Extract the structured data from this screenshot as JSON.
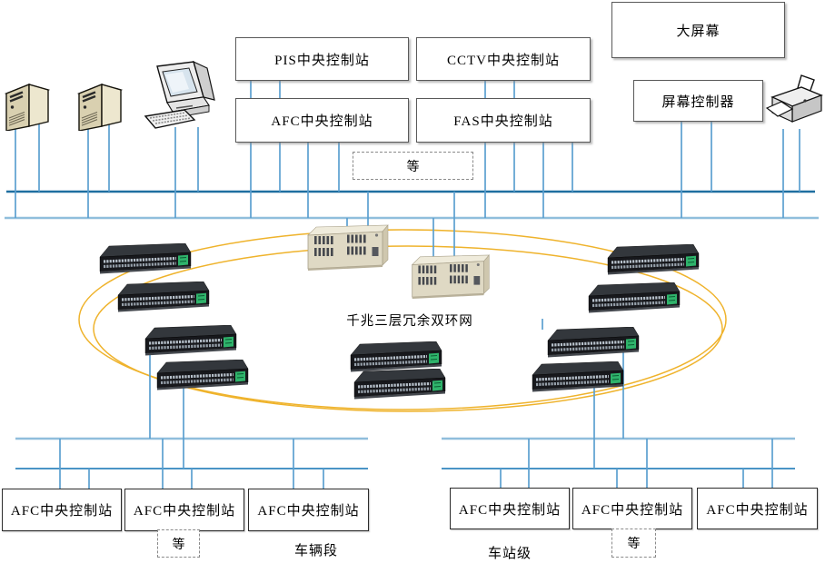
{
  "top_row": {
    "pis": "PIS中央控制站",
    "afc": "AFC中央控制站",
    "cctv": "CCTV中央控制站",
    "fas": "FAS中央控制站",
    "etc": "等",
    "big_screen": "大屏幕",
    "screen_controller": "屏幕控制器"
  },
  "ring": {
    "label": "千兆三层冗余双环网"
  },
  "bottom_left": {
    "boxes": [
      "AFC中央控制站",
      "AFC中央控制站",
      "AFC中央控制站"
    ],
    "etc": "等",
    "area_label": "车辆段"
  },
  "bottom_right": {
    "boxes": [
      "AFC中央控制站",
      "AFC中央控制站",
      "AFC中央控制站"
    ],
    "etc": "等",
    "area_label": "车站级"
  },
  "icons": {
    "tower_server": "tower-server-icon",
    "workstation": "desktop-computer-icon",
    "printer": "printer-icon",
    "core_switch": "core-switch-icon",
    "ring_switch": "ethernet-switch-icon"
  },
  "colors": {
    "bus_dark": "#1F6FA0",
    "bus_light": "#90BEDC",
    "bus_medium": "#4A94C6",
    "device_line": "#5B9FD0",
    "ring_line": "#EFB32C"
  }
}
